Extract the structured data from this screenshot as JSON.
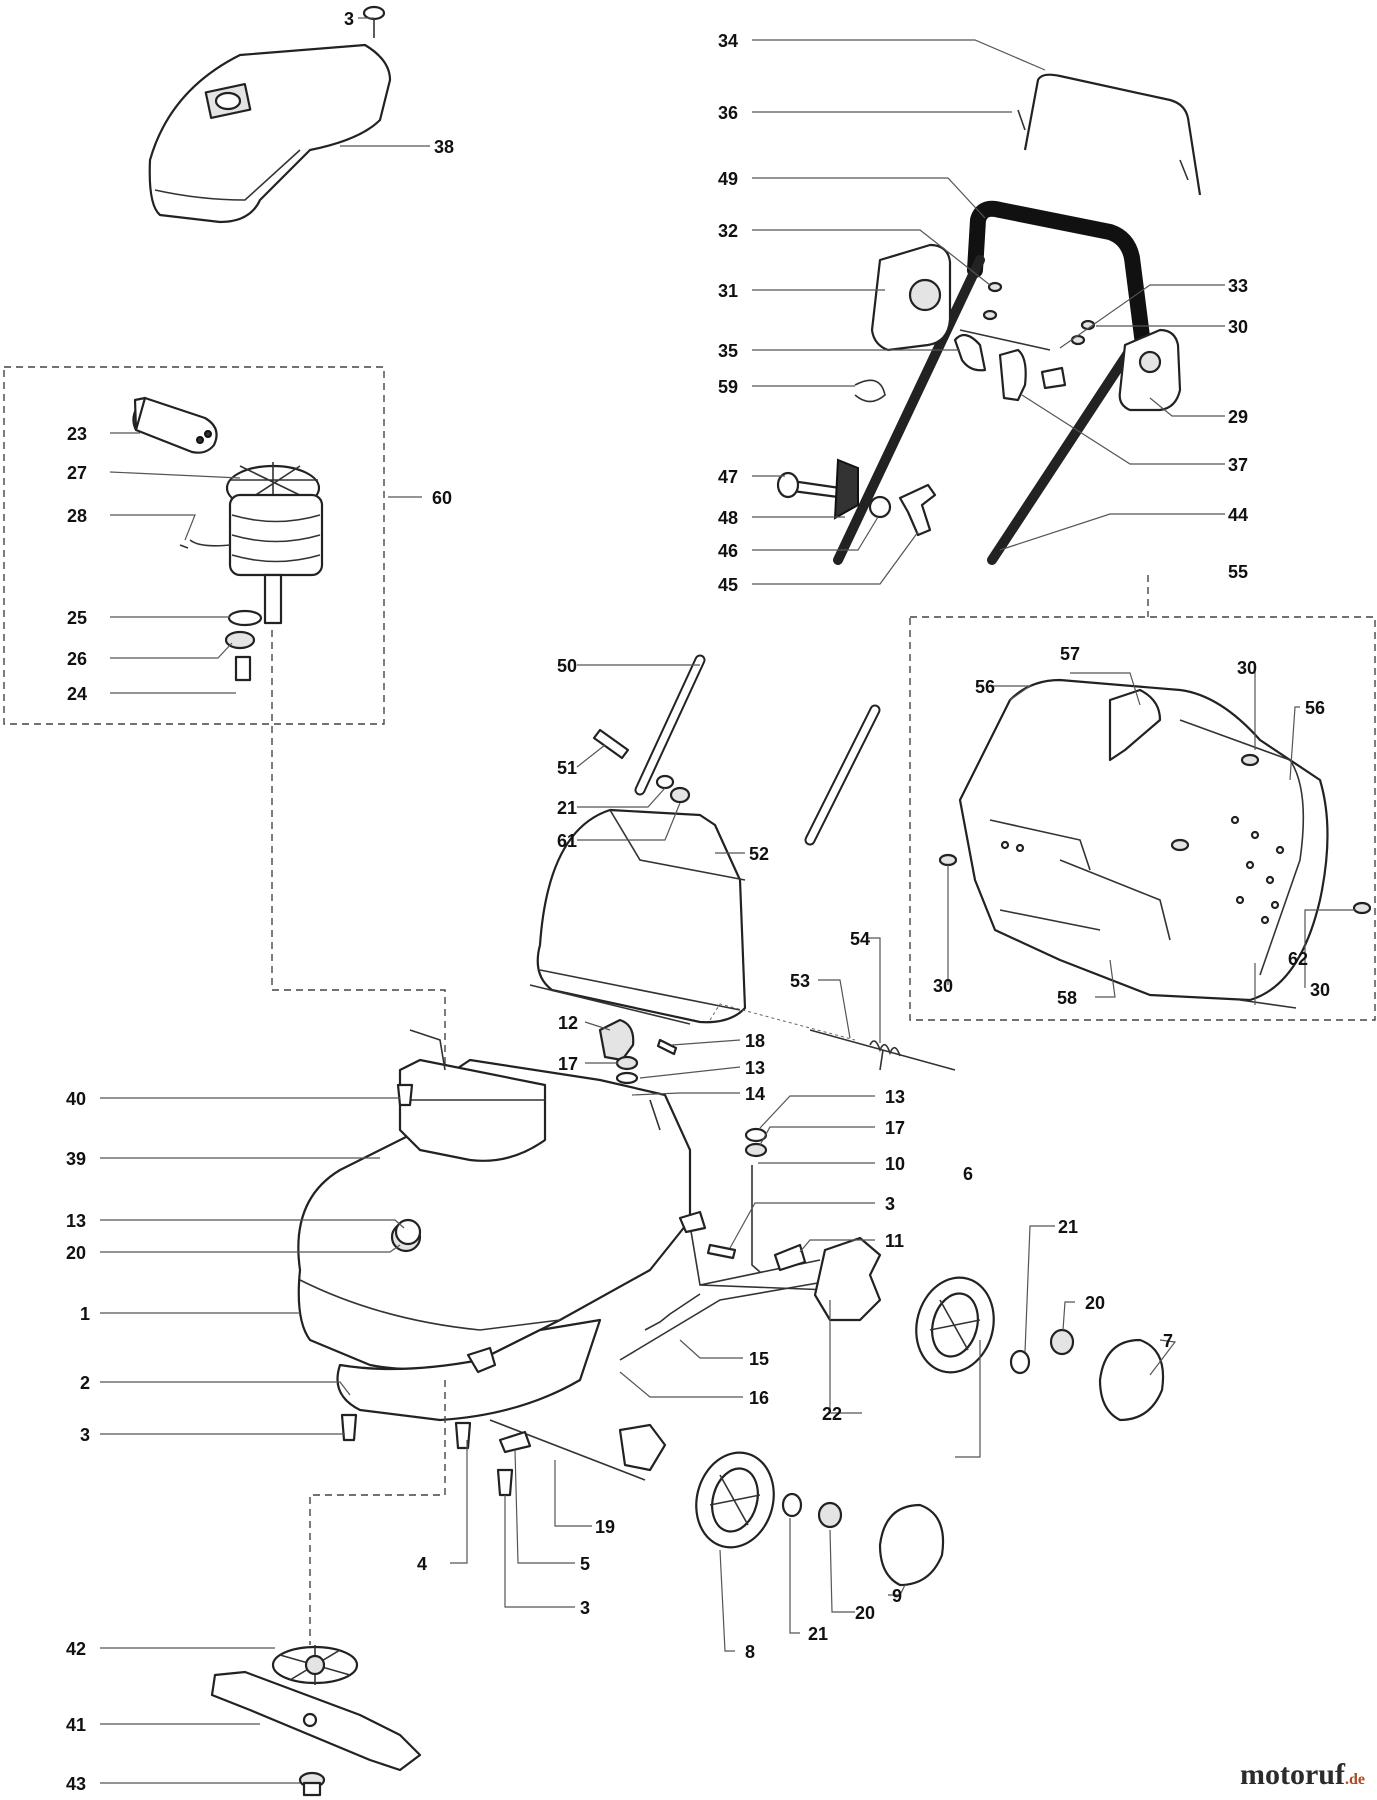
{
  "callouts": {
    "c1": "1",
    "c2": "2",
    "c3a": "3",
    "c3b": "3",
    "c3c": "3",
    "c3d": "3",
    "c4": "4",
    "c5": "5",
    "c6": "6",
    "c7": "7",
    "c8": "8",
    "c9": "9",
    "c10": "10",
    "c11": "11",
    "c12": "12",
    "c13a": "13",
    "c13b": "13",
    "c13c": "13",
    "c14": "14",
    "c15": "15",
    "c16": "16",
    "c17a": "17",
    "c17b": "17",
    "c18": "18",
    "c19": "19",
    "c20a": "20",
    "c20b": "20",
    "c20c": "20",
    "c21a": "21",
    "c21b": "21",
    "c21c": "21",
    "c22": "22",
    "c23": "23",
    "c24": "24",
    "c25": "25",
    "c26": "26",
    "c27": "27",
    "c28": "28",
    "c29": "29",
    "c30a": "30",
    "c30b": "30",
    "c30c": "30",
    "c30d": "30",
    "c31": "31",
    "c32": "32",
    "c33": "33",
    "c34": "34",
    "c35": "35",
    "c36": "36",
    "c37": "37",
    "c38": "38",
    "c39": "39",
    "c40": "40",
    "c41": "41",
    "c42": "42",
    "c43": "43",
    "c44": "44",
    "c45": "45",
    "c46": "46",
    "c47": "47",
    "c48": "48",
    "c49": "49",
    "c50": "50",
    "c51": "51",
    "c52": "52",
    "c53": "53",
    "c54": "54",
    "c55": "55",
    "c56a": "56",
    "c56b": "56",
    "c57": "57",
    "c58": "58",
    "c59": "59",
    "c60": "60",
    "c61": "61",
    "c62": "62"
  },
  "watermark": {
    "brand": "motoruf",
    "tld": ".de"
  }
}
